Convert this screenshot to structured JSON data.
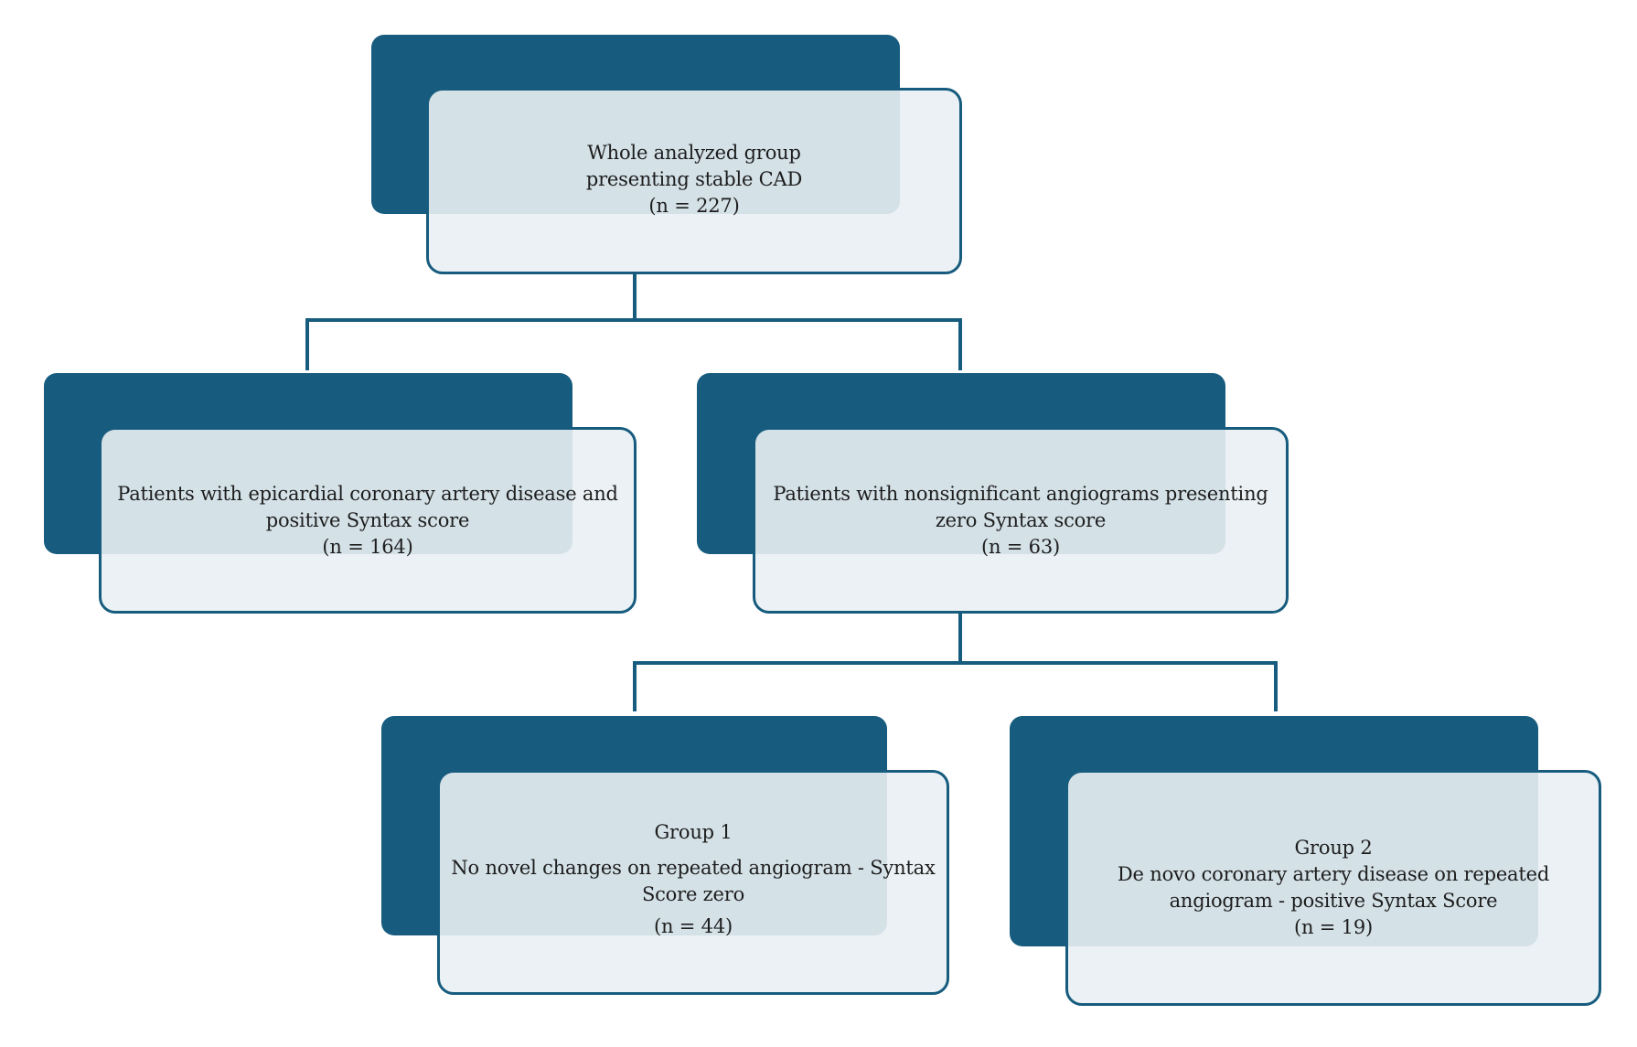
{
  "nodes": {
    "root": {
      "title": "Whole analyzed group",
      "subtitle": "presenting stable CAD",
      "count": "(n = 227)"
    },
    "left": {
      "title": "Patients with epicardial coronary artery disease and",
      "subtitle": "positive Syntax score",
      "count": "(n = 164)"
    },
    "right": {
      "title": "Patients with nonsignificant angiograms presenting",
      "subtitle": "zero Syntax score",
      "count": "(n = 63)"
    },
    "group1": {
      "group": "Group 1",
      "desc_line1": "No novel changes on repeated angiogram - Syntax",
      "desc_line2": "Score zero",
      "count": "(n = 44)"
    },
    "group2": {
      "group": "Group 2",
      "desc_line1": "De novo coronary artery disease on repeated",
      "desc_line2": "angiogram - positive Syntax Score",
      "count": "(n = 19)"
    }
  },
  "colors": {
    "accent": "#175c7e",
    "box_fill": "#e9eff3",
    "connector": "#175c7e"
  }
}
